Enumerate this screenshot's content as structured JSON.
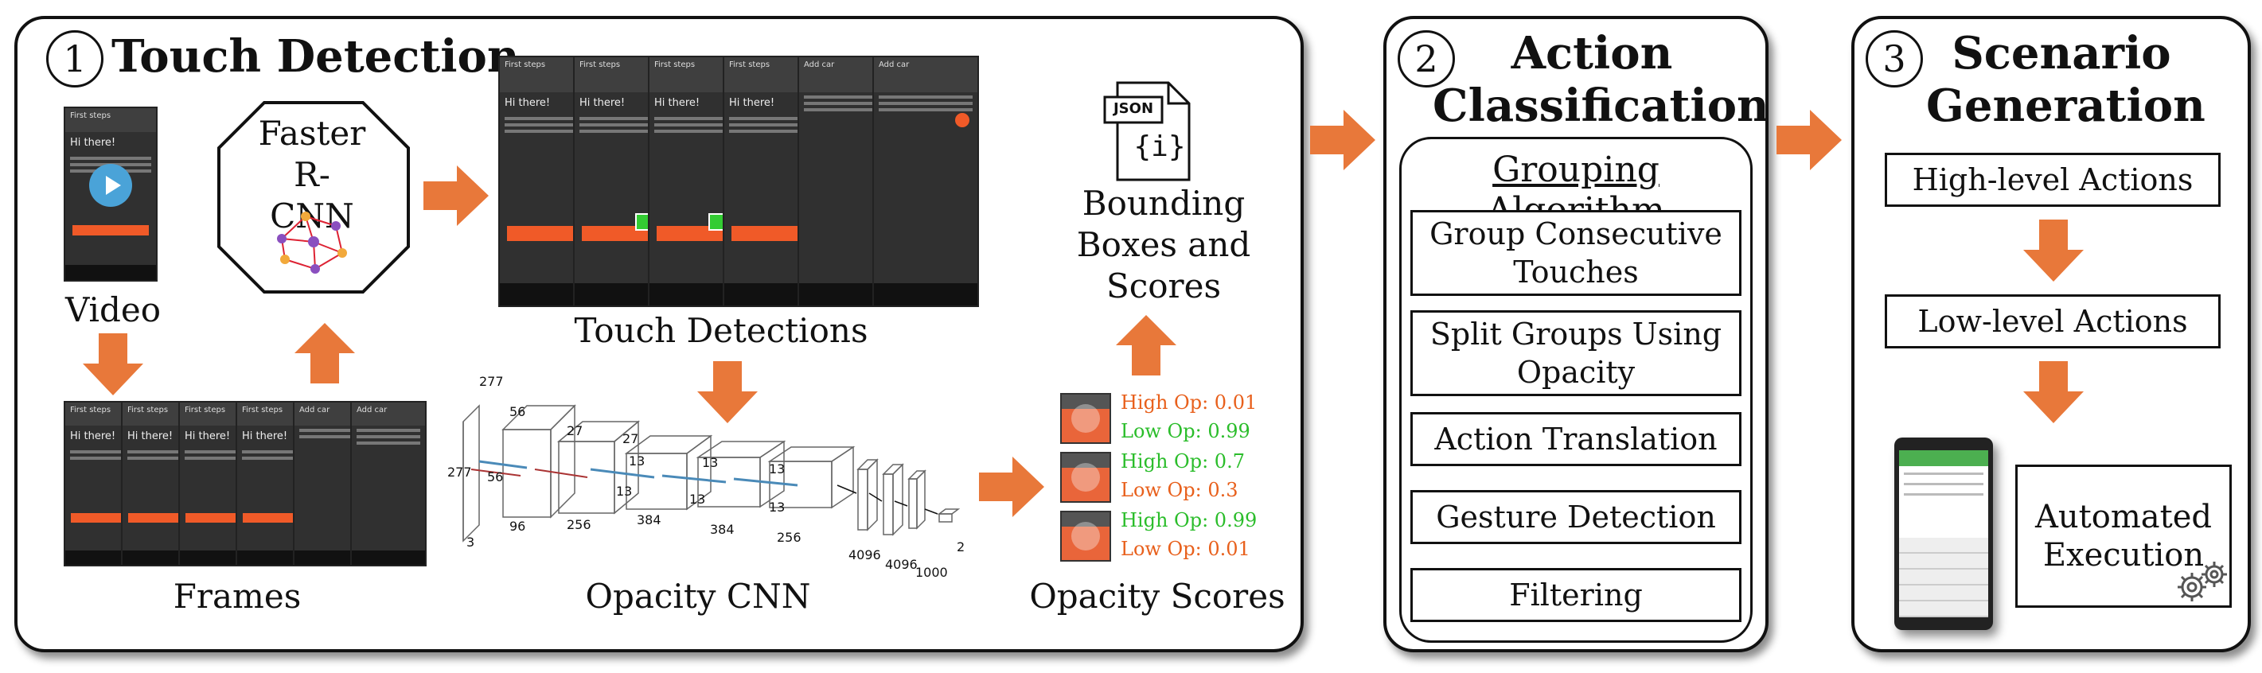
{
  "panel1": {
    "number": "1",
    "title": "Touch Detection",
    "labels": {
      "video": "Video",
      "frames": "Frames",
      "faster_rcnn": "Faster R-CNN",
      "touch_detections": "Touch Detections",
      "opacity_cnn": "Opacity CNN",
      "opacity_scores": "Opacity Scores",
      "bounding_boxes": "Bounding Boxes and Scores",
      "json": "JSON",
      "json_glyph": "{i}"
    },
    "screen": {
      "bar": "First steps",
      "add_bar": "Add car",
      "greeting": "Hi there!"
    },
    "opacity": [
      {
        "high": "High Op: 0.01",
        "low": "Low Op: 0.99",
        "high_color": "#e8601c",
        "low_color": "#2bbd2b"
      },
      {
        "high": "High Op: 0.7",
        "low": "Low Op: 0.3",
        "high_color": "#2bbd2b",
        "low_color": "#e8601c"
      },
      {
        "high": "High Op: 0.99",
        "low": "Low Op: 0.01",
        "high_color": "#2bbd2b",
        "low_color": "#e8601c"
      }
    ],
    "cnn_dims": [
      "277",
      "277",
      "3",
      "56",
      "56",
      "96",
      "27",
      "27",
      "256",
      "13",
      "13",
      "384",
      "13",
      "13",
      "384",
      "13",
      "13",
      "256",
      "4096",
      "4096",
      "1000",
      "2"
    ]
  },
  "panel2": {
    "number": "2",
    "title": "Action Classification",
    "algorithm_title": "Grouping Algorithm",
    "steps": [
      "Group Consecutive Touches",
      "Split Groups Using Opacity",
      "Action Translation",
      "Gesture Detection",
      "Filtering"
    ]
  },
  "panel3": {
    "number": "3",
    "title": "Scenario Generation",
    "steps": [
      "High-level Actions",
      "Low-level Actions",
      "Automated Execution"
    ]
  },
  "colors": {
    "accent": "#e8783a",
    "border": "#111111"
  }
}
